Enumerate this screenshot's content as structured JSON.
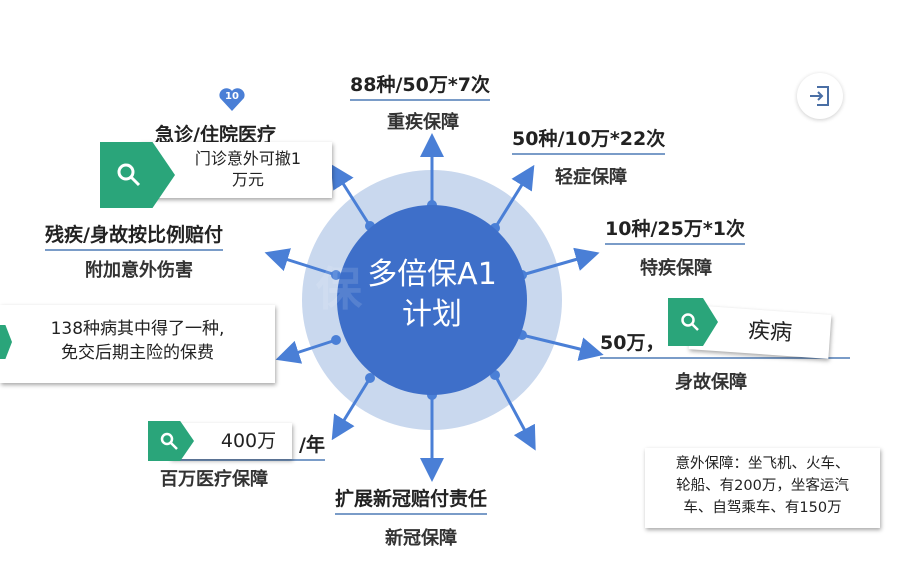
{
  "center": {
    "line1": "多倍保A1",
    "line2": "计划"
  },
  "badge": {
    "number": "10"
  },
  "branches": [
    {
      "top": "88种/50万*7次",
      "bottom": "重疾保障"
    },
    {
      "top": "50种/10万*22次",
      "bottom": "轻症保障"
    },
    {
      "top": "10种/25万*1次",
      "bottom": "特疾保障"
    },
    {
      "top": "50万，",
      "bottom": "身故保障"
    },
    {
      "top": "扩展新冠赔付责任",
      "bottom": "新冠保障"
    },
    {
      "top": "/年",
      "bottom": "百万医疗保障"
    },
    {
      "top": "残疾/身故按比例赔付",
      "bottom": "附加意外伤害"
    },
    {
      "top": "急诊/住院医疗"
    }
  ],
  "cards": {
    "outpatient": "门诊意外可撤1万元",
    "waiver_line1": "138种病其中得了一种,",
    "waiver_line2": "免交后期主险的保费",
    "disease": "疾病",
    "medical": "400万",
    "accident_line1": "意外保障：坐飞机、火车、",
    "accident_line2": "轮船、有200万，坐客运汽",
    "accident_line3": "车、自驾乘车、有150万"
  },
  "colors": {
    "circle": "#3e6fc9",
    "halo": "#c9d8ee",
    "arrow": "#4a7fd6",
    "tag": "#2aa57a"
  }
}
